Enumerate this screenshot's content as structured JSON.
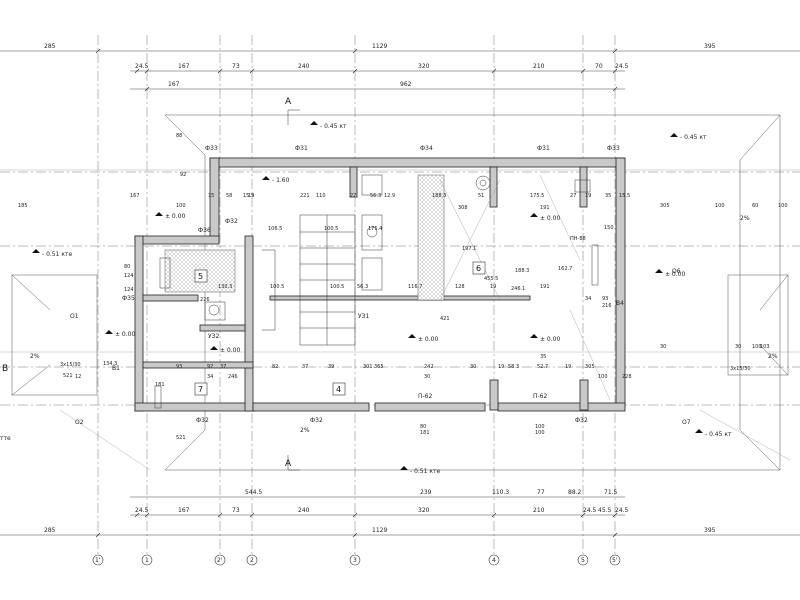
{
  "dim_rows": {
    "top_total": [
      "285",
      "1129",
      "395"
    ],
    "top_mid": [
      "24.5",
      "167",
      "73",
      "240",
      "320",
      "210",
      "70",
      "24.5"
    ],
    "top_inner": [
      "167",
      "962"
    ],
    "bottom_upper": [
      "544.5",
      "239",
      "110.3",
      "77",
      "88.2",
      "71.5"
    ],
    "bottom_mid": [
      "24.5",
      "167",
      "73",
      "240",
      "320",
      "210",
      "24.5",
      "45.5",
      "24.5"
    ],
    "bottom_total": [
      "285",
      "1129",
      "395"
    ]
  },
  "axes": [
    "1'",
    "1",
    "2'",
    "2",
    "3",
    "4",
    "5",
    "5'"
  ],
  "row_axes": [
    "B"
  ],
  "rooms": [
    "5",
    "6",
    "7",
    "4"
  ],
  "sections": [
    "A",
    "A"
  ],
  "levels": [
    "- 0.45 кт",
    "- 0.45 кт",
    "- 0.45 кт",
    "- 0.51 кте",
    "- 0.51 кте",
    "- 1.60",
    "± 0.00",
    "± 0.00",
    "± 0.00",
    "± 0.00",
    "± 0.00",
    "± 0.00",
    "± 0.00"
  ],
  "slopes": [
    "2%",
    "2%",
    "2%",
    "2%"
  ],
  "labels": {
    "f33a": "Ф33",
    "f31a": "Ф31",
    "f34": "Ф34",
    "f31b": "Ф31",
    "f33b": "Ф33",
    "f32a": "Ф32",
    "f35": "Ф35",
    "f36": "Ф36",
    "f32b": "Ф32",
    "f32c": "Ф32",
    "f32d": "Ф32",
    "u31": "УЗ1",
    "u32": "УЗ2",
    "p62a": "П-62",
    "p62b": "П-62",
    "o1": "О1",
    "o2": "О2",
    "o6": "О6",
    "o7": "О7",
    "b1": "В1",
    "b4": "В4",
    "pn88": "ПН-88",
    "win1": "3х15/30",
    "win2": "3х15/30",
    "tte": "тте"
  },
  "dims_misc": [
    "88",
    "92",
    "167",
    "100",
    "185",
    "15",
    "58",
    "15.5",
    "19",
    "221",
    "110",
    "27",
    "56.3",
    "12.9",
    "188.3",
    "51",
    "175.5",
    "27",
    "19",
    "35",
    "15.5",
    "305",
    "100",
    "60",
    "100",
    "106.5",
    "100.5",
    "308",
    "191",
    "150",
    "124",
    "80",
    "124",
    "226",
    "130.3",
    "100.5",
    "100.5",
    "56.3",
    "116.7",
    "128",
    "19",
    "191",
    "34",
    "93",
    "216",
    "242",
    "30",
    "19",
    "58.3",
    "52.7",
    "19",
    "305",
    "30",
    "30",
    "100",
    "103",
    "134.3",
    "93",
    "92",
    "37",
    "82",
    "37",
    "39",
    "301",
    "365",
    "30",
    "100",
    "228",
    "12",
    "34",
    "246",
    "181",
    "80",
    "181",
    "100",
    "100",
    "521",
    "521",
    "455.5",
    "246.1",
    "188.3",
    "197.1",
    "421",
    "175.4",
    "162.7",
    "35"
  ]
}
